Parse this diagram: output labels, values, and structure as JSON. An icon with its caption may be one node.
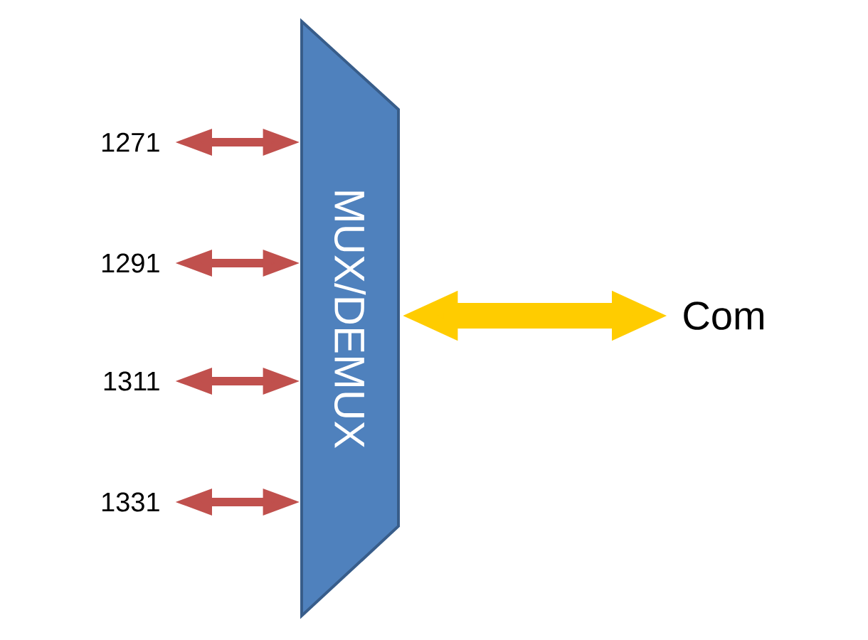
{
  "diagram": {
    "nodes": [
      {
        "text": [
          "1271"
        ]
      },
      {
        "text": [
          "1291"
        ]
      },
      {
        "text": [
          "1311"
        ]
      },
      {
        "text": [
          "1331"
        ]
      },
      {
        "text": [
          "MUX/DEMUX"
        ]
      },
      {
        "text": [
          "Com"
        ]
      }
    ],
    "edges": [
      {
        "from": 0,
        "to": 4,
        "arrow": "both"
      },
      {
        "from": 1,
        "to": 4,
        "arrow": "both"
      },
      {
        "from": 2,
        "to": 4,
        "arrow": "both"
      },
      {
        "from": 3,
        "to": 4,
        "arrow": "both"
      },
      {
        "from": 4,
        "to": 5,
        "arrow": "both",
        "style": "thick",
        "color": "#ffcc00"
      }
    ]
  }
}
